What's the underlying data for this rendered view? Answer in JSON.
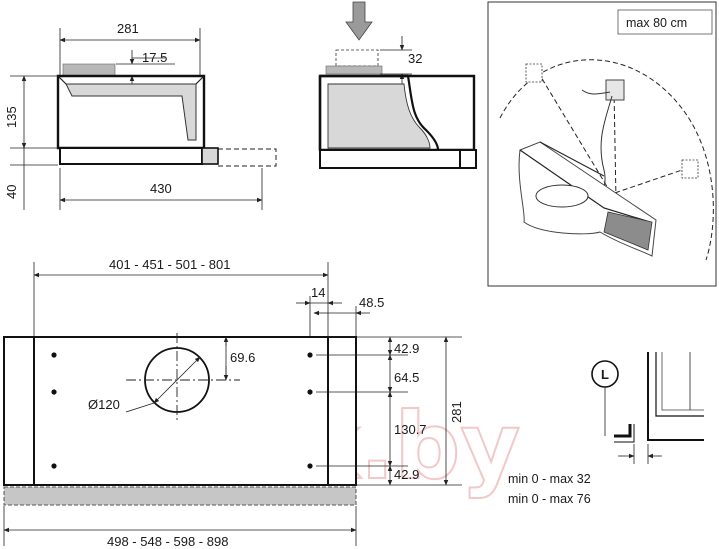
{
  "watermark": "21vek.by",
  "top_left_view": {
    "width_top": "281",
    "filter_height": "17.5",
    "height_body": "135",
    "height_bottom": "40",
    "depth": "430"
  },
  "top_middle_view": {
    "clearance": "32"
  },
  "install_panel": {
    "max_distance": "max 80 cm"
  },
  "front_view": {
    "inner_width": "401 - 451 - 501 - 801",
    "outer_width": "498 - 548 - 598 - 898",
    "offset_small": "14",
    "offset_right": "48.5",
    "outlet_offset": "69.6",
    "outlet_diameter": "Ø120",
    "hole_1": "42.9",
    "hole_2": "64.5",
    "hole_3": "130.7",
    "hole_4": "42.9",
    "total_height": "281"
  },
  "detail_view": {
    "label": "L",
    "range_1": "min 0 - max 32",
    "range_2": "min 0 - max 76"
  }
}
